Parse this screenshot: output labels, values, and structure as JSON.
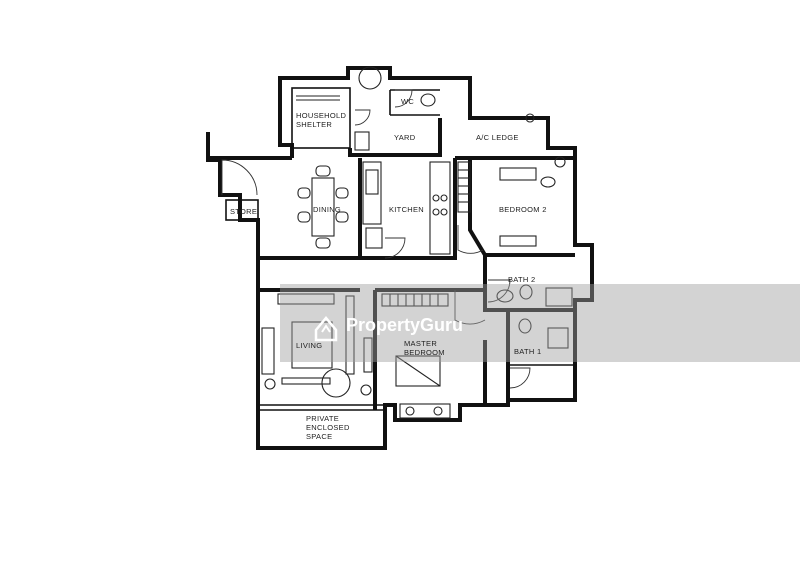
{
  "rooms": {
    "household_shelter": [
      "HOUSEHOLD",
      "SHELTER"
    ],
    "wc": "WC",
    "yard": "YARD",
    "ac_ledge": "A/C LEDGE",
    "dining": "DINING",
    "store": "STORE",
    "kitchen": "KITCHEN",
    "bedroom_2": "BEDROOM 2",
    "bath_2": "BATH 2",
    "living": "LIVING",
    "master_bedroom": [
      "MASTER",
      "BEDROOM"
    ],
    "bath_1": "BATH 1",
    "private_enclosed_space": [
      "PRIVATE",
      "ENCLOSED",
      "SPACE"
    ]
  },
  "watermark": {
    "text": "PropertyGuru",
    "band_color": "#9e9e9e"
  },
  "colors": {
    "wall": "#111111",
    "background": "#ffffff"
  }
}
